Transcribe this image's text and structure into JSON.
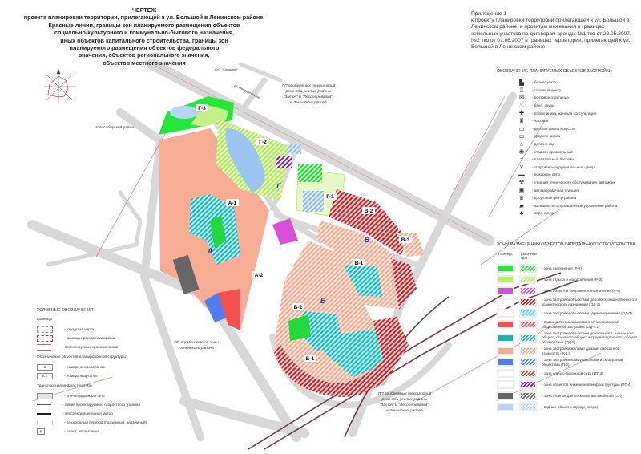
{
  "title": {
    "heading": "ЧЕРТЕЖ",
    "lines": [
      "проекта планировки территории, прилегающей к ул. Большой в Ленинском районе.",
      "Красные линии, границы зон планируемого размещения объектов",
      "социально-культурного и коммунально-бытового назначения,",
      "иных объектов капитального строительства, границы зон",
      "планируемого размещения объектов федерального",
      "значения, объектов регионального значения,",
      "объектов местного значения"
    ]
  },
  "appendix": {
    "heading": "Приложение 1",
    "text": "к проекту планировки территории прилегающей к ул. Большой в Ленинском районе, и проектам межевания в границах земельных участков по договорам аренды №1 тко от 22.05.2007, №2 тко от 01.06.2007 в границах территории, прилегающей к ул. Большой в Ленинском районе"
  },
  "objects_legend": {
    "heading": "ОБОЗНАЧЕНИЕ ПЛАНИРУЕМЫХ ОБЪЕКТОВ ЗАСТРОЙКИ",
    "items": [
      {
        "icon": "business-center-icon",
        "label": "- бизнесцентр"
      },
      {
        "icon": "shopping-center-icon",
        "label": "- торговый центр"
      },
      {
        "icon": "post-office-icon",
        "label": "- почтовое отделение"
      },
      {
        "icon": "bathhouse-icon",
        "label": "- баня, сауны"
      },
      {
        "icon": "clinic-icon",
        "label": "- поликлиника, женская консультация"
      },
      {
        "icon": "chapel-icon",
        "label": "- часовня"
      },
      {
        "icon": "art-school-icon",
        "label": "- детская школа искусств"
      },
      {
        "icon": "school-icon",
        "label": "- средняя школа"
      },
      {
        "icon": "kindergarten-icon",
        "label": "- детский сад"
      },
      {
        "icon": "stadium-icon",
        "label": "- стадион пришкольный"
      },
      {
        "icon": "pool-icon",
        "label": "- плавательный бассейн"
      },
      {
        "icon": "sport-center-icon",
        "label": "- спортивно-оздоровительный центр"
      },
      {
        "icon": "fire-station-icon",
        "label": "- пожарное депо"
      },
      {
        "icon": "car-service-icon",
        "label": "- станция технического обслуживания, автомоек"
      },
      {
        "icon": "gas-station-icon",
        "label": "- автозаправочная станция"
      },
      {
        "icon": "leisure-center-icon",
        "label": "- досуговый центр района"
      },
      {
        "icon": "housing-office-icon",
        "label": "- жилищно-эксплуатационное управление района"
      },
      {
        "icon": "park-icon",
        "label": "- парк, сквер"
      }
    ]
  },
  "zones_legend": {
    "heading": "ЗОНЫ РАЗМЕЩЕНИЯ ОБЪЕКТОВ КАПИТАЛЬНОГО СТРОИТЕЛЬСТВА",
    "col1": "I очередь",
    "col2": "расчетный срок",
    "items": [
      {
        "label": "- зона озеленения (Р-2)",
        "color": "#22e83a",
        "fill1": true
      },
      {
        "label": "- зона отдыха и оздоровления (Р-3)",
        "color": "#b5f05a",
        "fill1": true
      },
      {
        "label": "- зона объектов спортивного назначения (Р-4)",
        "color": "#d84fd8",
        "fill1": true
      },
      {
        "label": "- зона застройки объектами делового, общественного и коммерческого назначения (ОД-1)",
        "color": "#d8151f",
        "fill1": false
      },
      {
        "label": "- зона застройки объектами здравоохранения (ОД-3)",
        "color": "#3fe8ee",
        "fill1": false
      },
      {
        "label": "- подзона специализированной малоэтажной общественной застройки (ОД-4.1)",
        "color": "#f2514f",
        "fill1": true
      },
      {
        "label": "- зона застройки объектами дошкольного, начального общего, основного общего и среднего (полного) общего образования (ОД-5)",
        "color": "#16b3b7",
        "fill1": true
      },
      {
        "label": "- зона застройки жилыми домами смешанной этажности (Ж-1)",
        "color": "#f7a98e",
        "fill1": true
      },
      {
        "label": "- зона застройки коммунальными и складскими объектами (П-2)",
        "color": "#4e7ef0",
        "fill1": true
      },
      {
        "label": "- зона улично-дорожной сети (ИТ-3)",
        "color": "#b45050",
        "fill1": false
      },
      {
        "label": "- зона объектов инженерной инфраструктуры (ИТ-4)",
        "color": "#8a1a9a",
        "fill1": false
      },
      {
        "label": "- зона стоянок для легковых автомобилей (СА)",
        "color": "#666666",
        "fill1": true
      },
      {
        "label": "- водные объекты (пруды, озера)",
        "color": "#b8d4f4",
        "fill1": true
      }
    ]
  },
  "conventions": {
    "heading": "УСЛОВНЫЕ ОБОЗНАЧЕНИЯ",
    "borders_heading": "Границы",
    "borders": [
      "- городская черта",
      "- граница проекта планировки",
      "- проектируемые красные линии"
    ],
    "structure_heading": "Обозначение объектов планировочной структуры",
    "structure": [
      {
        "sample": "Б",
        "label": "- номера микрорайонов"
      },
      {
        "sample": "Б-1",
        "label": "- номера кварталов"
      }
    ],
    "transport_heading": "Транспортная инфраструктура",
    "transport": [
      "- улично-дорожная сеть",
      "- линия проектируемого скоростного трамвая",
      "- перспективная линия метро",
      "- пешеходный переход (подземный, надземный)",
      "- парinг, автостоянка"
    ]
  },
  "map": {
    "blocks": [
      "Г-3",
      "Г-2",
      "Г",
      "Г-1",
      "А-1",
      "А",
      "А-2",
      "Б-2",
      "Б",
      "Б-1",
      "В-2",
      "В",
      "В-1",
      "В-3"
    ],
    "district_novosib": "Новосибирский район",
    "snt": "СНТ \"Синицево\"",
    "street": "ул. Междуреченская",
    "pp_north": [
      "ПП прибрежных территорий",
      "реки Оби (жилые районы",
      "\"Затон\" и \"Лесоперевалка\")",
      "в Ленинском районе"
    ],
    "pp_industrial": [
      "ПП промышленной зоны",
      "Ленинского района"
    ],
    "pp_south": [
      "ПП прибрежных территорий",
      "реки Оби (жилые районы",
      "\"Затон\" и \"Лесоперевалка\")",
      "в Ленинском районе"
    ]
  }
}
